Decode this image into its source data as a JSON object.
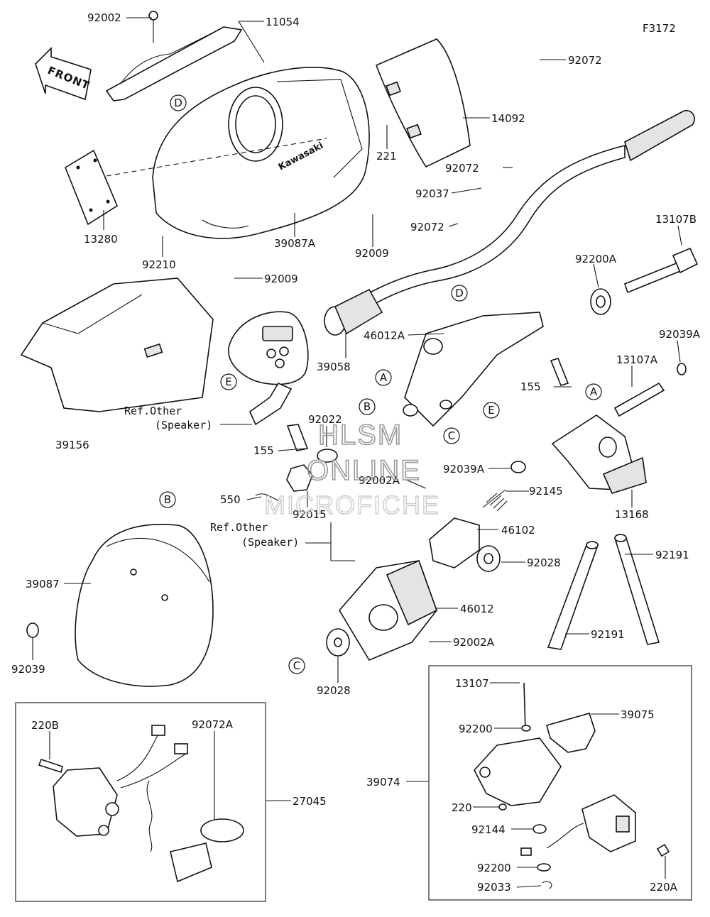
{
  "figure_code": "F3172",
  "front_label": "FRONT",
  "watermark": {
    "line1": "HLSM",
    "line2": "ONLINE",
    "line3": "MICROFICHE"
  },
  "ref_notes": [
    {
      "id": "ref1",
      "line1": "Ref.Other",
      "line2": "(Speaker)"
    },
    {
      "id": "ref2",
      "line1": "Ref.Other",
      "line2": "(Speaker)"
    }
  ],
  "callouts": [
    {
      "id": "c-a1",
      "letter": "A"
    },
    {
      "id": "c-b1",
      "letter": "B"
    },
    {
      "id": "c-c1",
      "letter": "C"
    },
    {
      "id": "c-d1",
      "letter": "D"
    },
    {
      "id": "c-d2",
      "letter": "D"
    },
    {
      "id": "c-e1",
      "letter": "E"
    },
    {
      "id": "c-e2",
      "letter": "E"
    },
    {
      "id": "c-a2",
      "letter": "A"
    },
    {
      "id": "c-b2",
      "letter": "B"
    },
    {
      "id": "c-c2",
      "letter": "C"
    }
  ],
  "parts": [
    {
      "id": "p92002",
      "label": "92002"
    },
    {
      "id": "p11054",
      "label": "11054"
    },
    {
      "id": "p92072a",
      "label": "92072"
    },
    {
      "id": "p14092",
      "label": "14092"
    },
    {
      "id": "p221",
      "label": "221"
    },
    {
      "id": "p92072b",
      "label": "92072"
    },
    {
      "id": "p92037",
      "label": "92037"
    },
    {
      "id": "p92072c",
      "label": "92072"
    },
    {
      "id": "p13280",
      "label": "13280"
    },
    {
      "id": "p39087A",
      "label": "39087A"
    },
    {
      "id": "p92009a",
      "label": "92009"
    },
    {
      "id": "p92210",
      "label": "92210"
    },
    {
      "id": "p92009b",
      "label": "92009"
    },
    {
      "id": "p13107B",
      "label": "13107B"
    },
    {
      "id": "p92200A",
      "label": "92200A"
    },
    {
      "id": "p46012A",
      "label": "46012A"
    },
    {
      "id": "p39058",
      "label": "39058"
    },
    {
      "id": "p155a",
      "label": "155"
    },
    {
      "id": "p92039A1",
      "label": "92039A"
    },
    {
      "id": "p13107A",
      "label": "13107A"
    },
    {
      "id": "p39156",
      "label": "39156"
    },
    {
      "id": "p155b",
      "label": "155"
    },
    {
      "id": "p92022",
      "label": "92022"
    },
    {
      "id": "p92039A2",
      "label": "92039A"
    },
    {
      "id": "p550",
      "label": "550"
    },
    {
      "id": "p92002A1",
      "label": "92002A"
    },
    {
      "id": "p92015",
      "label": "92015"
    },
    {
      "id": "p92145",
      "label": "92145"
    },
    {
      "id": "p13168",
      "label": "13168"
    },
    {
      "id": "p46102",
      "label": "46102"
    },
    {
      "id": "p39087",
      "label": "39087"
    },
    {
      "id": "p92028a",
      "label": "92028"
    },
    {
      "id": "p92191a",
      "label": "92191"
    },
    {
      "id": "p46012",
      "label": "46012"
    },
    {
      "id": "p92191b",
      "label": "92191"
    },
    {
      "id": "p92002A2",
      "label": "92002A"
    },
    {
      "id": "p92039",
      "label": "92039"
    },
    {
      "id": "p92028b",
      "label": "92028"
    },
    {
      "id": "p13107",
      "label": "13107"
    },
    {
      "id": "p220B",
      "label": "220B"
    },
    {
      "id": "p39075",
      "label": "39075"
    },
    {
      "id": "p92200a",
      "label": "92200"
    },
    {
      "id": "p92072A",
      "label": "92072A"
    },
    {
      "id": "p39074",
      "label": "39074"
    },
    {
      "id": "p27045",
      "label": "27045"
    },
    {
      "id": "p220",
      "label": "220"
    },
    {
      "id": "p92144",
      "label": "92144"
    },
    {
      "id": "p92200b",
      "label": "92200"
    },
    {
      "id": "p220A",
      "label": "220A"
    },
    {
      "id": "p92033",
      "label": "92033"
    }
  ],
  "brand_text": "Kawasaki"
}
